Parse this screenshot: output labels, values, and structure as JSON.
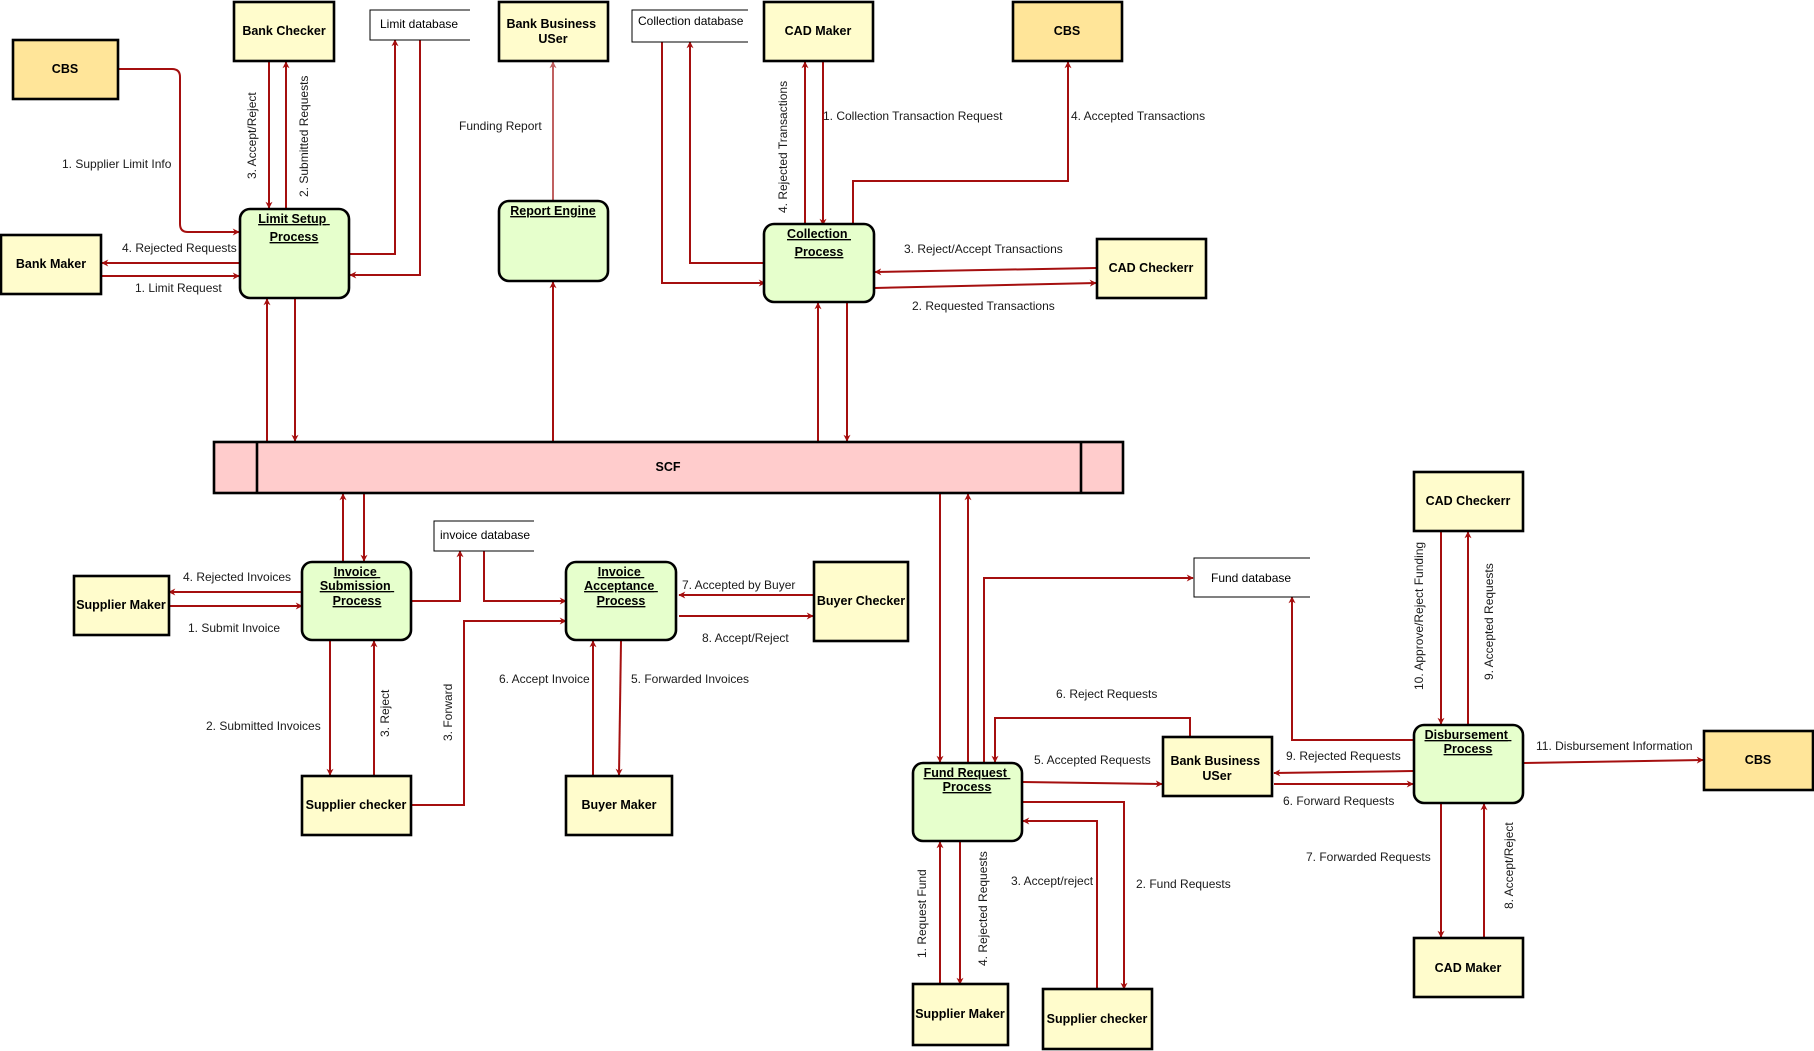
{
  "colors": {
    "edge": "#a50f0f",
    "edge_light": "#c06060",
    "entity_fill": "#fffccc",
    "cbs_fill": "#ffe599",
    "process_fill": "#e6ffcc",
    "scf_fill": "#ffcccc"
  },
  "entities": {
    "cbs_top_left": "CBS",
    "bank_checker": "Bank Checker",
    "bank_maker": "Bank Maker",
    "bank_business_user_top": [
      "Bank Business",
      "USer"
    ],
    "cad_maker_top": "CAD Maker",
    "cbs_top_right": "CBS",
    "cad_checkerr_top": "CAD Checkerr",
    "supplier_maker_left": "Supplier Maker",
    "supplier_checker_left": "Supplier checker",
    "buyer_checker": "Buyer Checker",
    "buyer_maker": "Buyer Maker",
    "cad_checkerr_right": "CAD Checkerr",
    "cbs_right": "CBS",
    "bank_business_user_mid": [
      "Bank Business",
      "USer"
    ],
    "cad_maker_bottom": "CAD Maker",
    "supplier_maker_bottom": "Supplier Maker",
    "supplier_checker_bottom": "Supplier checker"
  },
  "processes": {
    "limit_setup": [
      "Limit Setup",
      "Process"
    ],
    "report_engine": [
      "Report Engine "
    ],
    "collection": [
      "Collection ",
      "Process"
    ],
    "invoice_submission": [
      "Invoice",
      "Submission",
      "Process"
    ],
    "invoice_acceptance": [
      "Invoice",
      "Acceptance",
      "Process"
    ],
    "fund_request": [
      "Fund Request",
      "Process"
    ],
    "disbursement": [
      "Disbursement",
      "Process "
    ]
  },
  "scf": "SCF",
  "datastores": {
    "limit_database": "Limit database",
    "collection_database": "Collection database",
    "invoice_database": "invoice database",
    "fund_database": "Fund database"
  },
  "flows": {
    "supplier_limit_info": "1. Supplier Limit Info",
    "accept_reject_limit": "3. Accept/Reject",
    "submitted_requests": "2. Submitted Requests",
    "rejected_requests_limit": "4. Rejected Requests",
    "limit_request": "1. Limit Request",
    "funding_report": "Funding Report",
    "rejected_transactions": "4. Rejected Transactions",
    "collection_transaction_request": "1. Collection Transaction Request",
    "accepted_transactions": "4. Accepted Transactions",
    "reject_accept_transactions": "3. Reject/Accept Transactions",
    "requested_transactions": "2. Requested Transactions",
    "rejected_invoices": "4. Rejected Invoices",
    "submit_invoice": "1. Submit Invoice",
    "submitted_invoices": "2. Submitted Invoices",
    "reject_invoice": "3. Reject",
    "forward_invoice": "3. Forward",
    "accepted_by_buyer": "7. Accepted by Buyer",
    "accept_reject_buyer": "8. Accept/Reject",
    "accept_invoice": "6. Accept Invoice",
    "forwarded_invoices": "5. Forwarded Invoices",
    "reject_requests_fund": "6. Reject Requests",
    "accepted_requests_fund": "5. Accepted Requests",
    "accept_reject_fund": "3. Accept/reject",
    "fund_requests": "2. Fund Requests",
    "request_fund": "1. Request Fund",
    "rejected_requests_fund": "4. Rejected Requests",
    "rejected_requests_disb": "9. Rejected Requests",
    "forward_requests": "6. Forward Requests",
    "forwarded_requests": "7. Forwarded Requests",
    "accept_reject_disb": "8. Accept/Reject",
    "approve_reject_funding": "10. Approve/Reject Funding",
    "accepted_requests_disb": "9. Accepted Requests",
    "disbursement_information": "11. Disbursement Information"
  }
}
